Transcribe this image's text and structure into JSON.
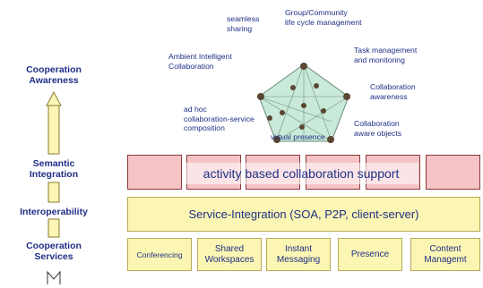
{
  "levels": {
    "awareness": "Cooperation\nAwareness",
    "semantic": "Semantic\nIntegration",
    "interop": "Interoperability",
    "services": "Cooperation\nServices"
  },
  "annotations": {
    "seamless": "seamless\nsharing",
    "group": "Group/Community\nlife cycle management",
    "ambient": "Ambient Intelligent\nCollaboration",
    "task": "Task management\nand monitoring",
    "awareness": "Collaboration\nawareness",
    "adhoc": "ad hoc\ncollaboration-service\ncomposition",
    "objects": "Collaboration\naware objects",
    "presence": "virtual presence"
  },
  "banner": "activity based collaboration support",
  "service_integration": "Service-Integration (SOA, P2P, client-server)",
  "services": [
    "Conferencing",
    "Shared\nWorkspaces",
    "Instant\nMessaging",
    "Presence",
    "Content\nManagemt"
  ],
  "colors": {
    "text": "#1f2f86",
    "pink": "#f6c3c7",
    "yellow": "#fbf6b3",
    "arrow_fill": "#fbf6b3"
  }
}
